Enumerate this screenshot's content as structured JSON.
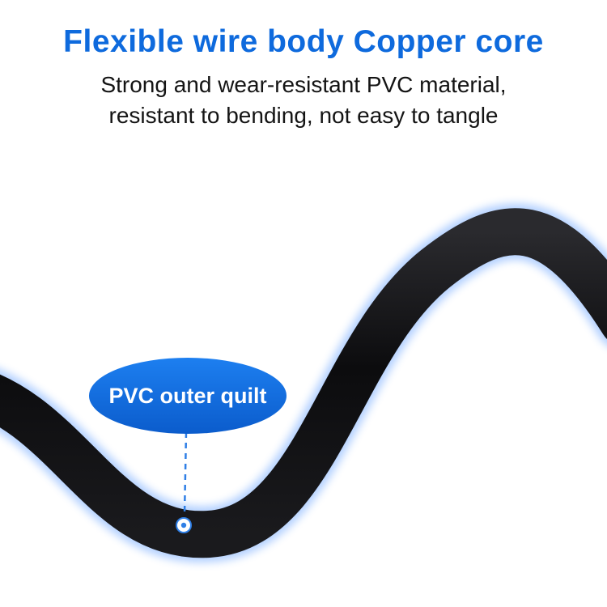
{
  "title": "Flexible wire body Copper core",
  "subtitle": {
    "line1": "Strong and wear-resistant PVC material,",
    "line2": "resistant to bending, not easy to tangle"
  },
  "callout": {
    "label": "PVC outer quilt"
  },
  "colors": {
    "title_blue": "#0e6add",
    "body_text": "#141414",
    "cable_black": "#0c0c0e",
    "cable_glow": "#5b9bff",
    "callout_fill": "#1470e0",
    "callout_fill_dark": "#0b5ccc",
    "pointer_blue": "#2f7fe6",
    "background": "#ffffff"
  }
}
